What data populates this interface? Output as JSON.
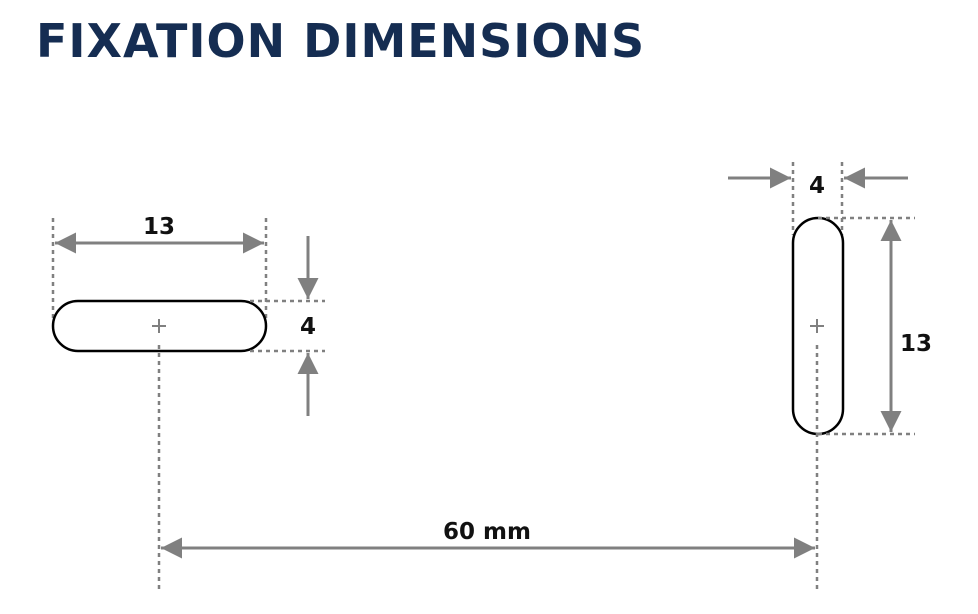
{
  "title": "FIXATION DIMENSIONS",
  "colors": {
    "title": "#152d52",
    "dimension_lines": "#808080",
    "outline": "#000000",
    "text": "#111111"
  },
  "diagram": {
    "horizontal_slot": {
      "width_label": "13",
      "height_label": "4"
    },
    "vertical_slot": {
      "width_label": "4",
      "height_label": "13"
    },
    "center_distance_label": "60 mm"
  }
}
